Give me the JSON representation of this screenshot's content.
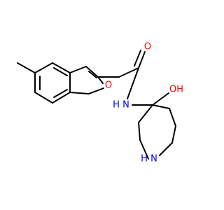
{
  "molecule": {
    "atom_labels": {
      "carbonyl_oxygen": "O",
      "amide_nitrogen": "N",
      "amide_hydrogen": "H",
      "furan_oxygen": "O",
      "hydroxyl": "OH",
      "ring_nitrogen_h": "H",
      "ring_nitrogen": "N"
    },
    "colors": {
      "carbon_bond": "#000000",
      "oxygen": "#ff0000",
      "nitrogen": "#0000ff"
    }
  }
}
